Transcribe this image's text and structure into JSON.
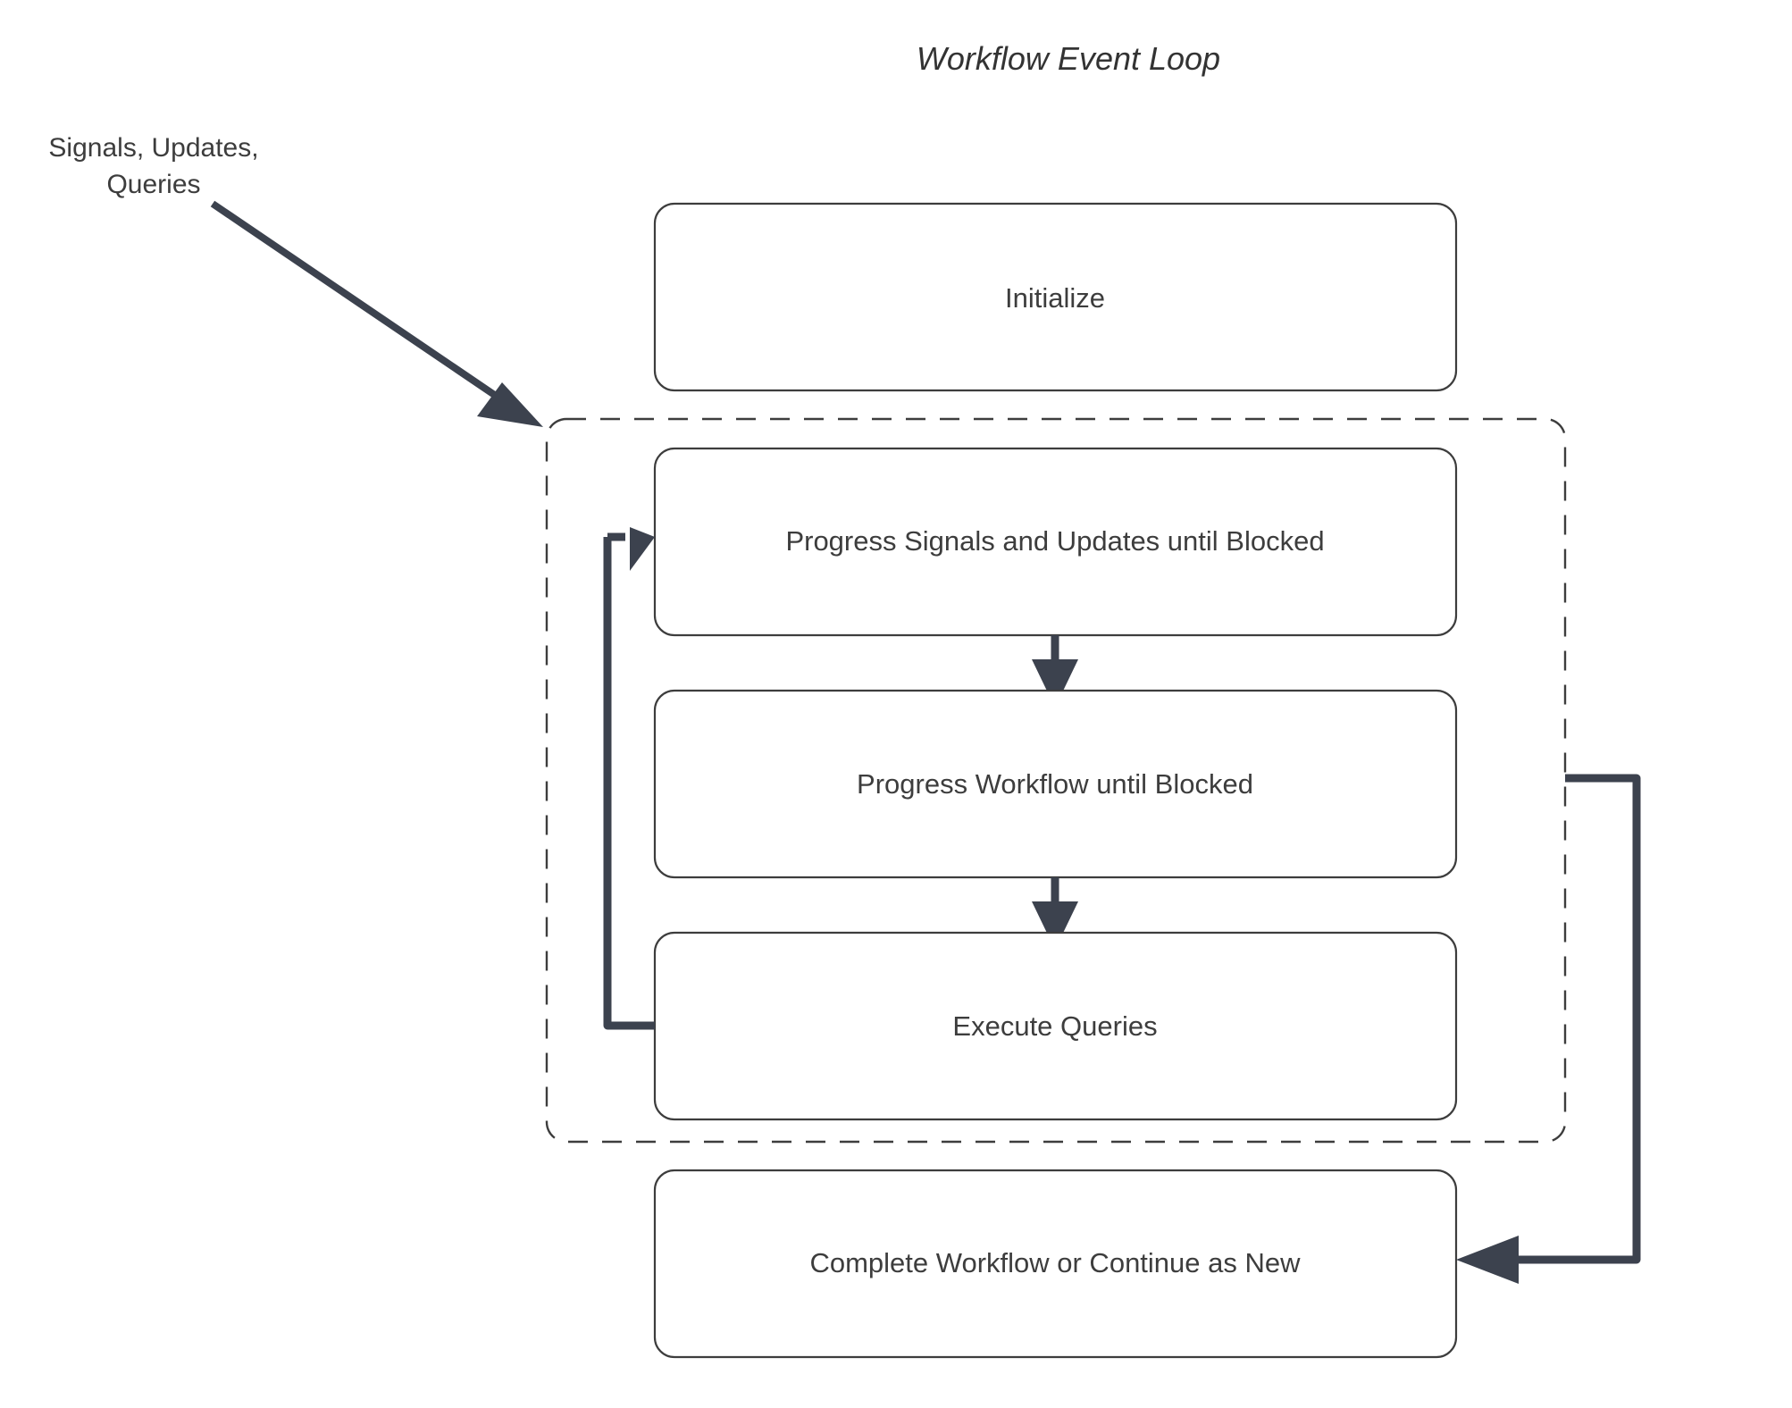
{
  "diagram": {
    "title": "Workflow Event Loop",
    "type": "flowchart",
    "external_label": {
      "line1": "Signals, Updates,",
      "line2": "Queries"
    },
    "nodes": [
      {
        "id": "initialize",
        "label": "Initialize"
      },
      {
        "id": "progress-signals",
        "label": "Progress Signals and Updates until Blocked"
      },
      {
        "id": "progress-workflow",
        "label": "Progress Workflow until Blocked"
      },
      {
        "id": "execute-queries",
        "label": "Execute Queries"
      },
      {
        "id": "complete-workflow",
        "label": "Complete Workflow or Continue as New"
      }
    ],
    "group": {
      "id": "event-loop-group",
      "label": "",
      "style": "dashed"
    },
    "colors": {
      "background": "#ffffff",
      "node_border": "#3d3d3d",
      "node_fill": "#ffffff",
      "text": "#3d3d3d",
      "connector": "#3c424e",
      "group_border": "#3d3d3d"
    }
  }
}
